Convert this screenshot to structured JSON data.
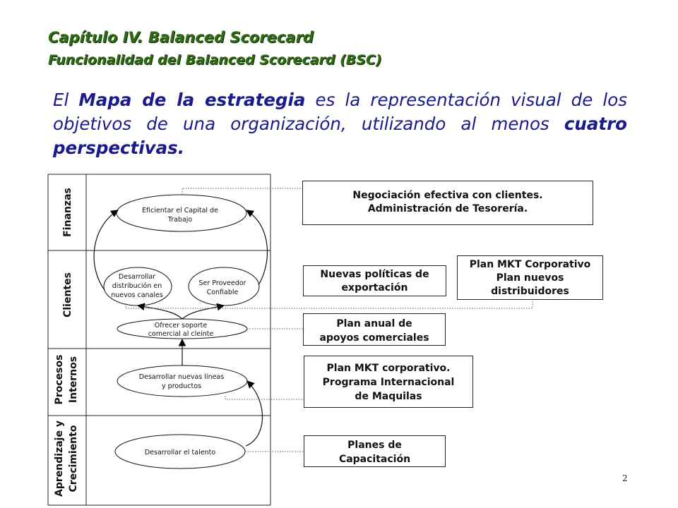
{
  "header": {
    "title": "Capítulo IV. Balanced Scorecard",
    "subtitle": "Funcionalidad del Balanced Scorecard (BSC)"
  },
  "intro": {
    "p1": "El ",
    "bold1": "Mapa de la estrategia",
    "p2": " es la representación visual de los objetivos de una organización, utilizando al menos ",
    "bold2": "cuatro perspectivas."
  },
  "perspectives": {
    "finanzas": "Finanzas",
    "clientes": "Clientes",
    "procesos_1": "Procesos",
    "procesos_2": "Internos",
    "aprendizaje_1": "Aprendizaje y",
    "aprendizaje_2": "Crecimiento"
  },
  "objectives": {
    "capital_1": "Eficientar el Capital de",
    "capital_2": "Trabajo",
    "distribucion_1": "Desarrollar",
    "distribucion_2": "distribución en",
    "distribucion_3": "nuevos canales",
    "proveedor_1": "Ser   Proveedor",
    "proveedor_2": "Confiable",
    "soporte_1": "Ofrecer soporte",
    "soporte_2": "comercial al cleinte",
    "lineas_1": "Desarrollar nuevas líneas",
    "lineas_2": "y productos",
    "talento": "Desarrollar el talento"
  },
  "initiatives": {
    "negociacion_1": "Negociación efectiva con clientes.",
    "negociacion_2": "Administración de Tesorería.",
    "politicas_1": "Nuevas políticas de",
    "politicas_2": "exportación",
    "mkt_corp_1": "Plan MKT Corporativo",
    "mkt_corp_2": "Plan nuevos",
    "mkt_corp_3": "distribuidores",
    "apoyos_1": "Plan anual de",
    "apoyos_2": "apoyos comerciales",
    "maquilas_1": "Plan MKT corporativo.",
    "maquilas_2": "Programa Internacional",
    "maquilas_3": "de Maquilas",
    "capacitacion_1": "Planes de",
    "capacitacion_2": "Capacitación"
  },
  "slide_number": "2"
}
